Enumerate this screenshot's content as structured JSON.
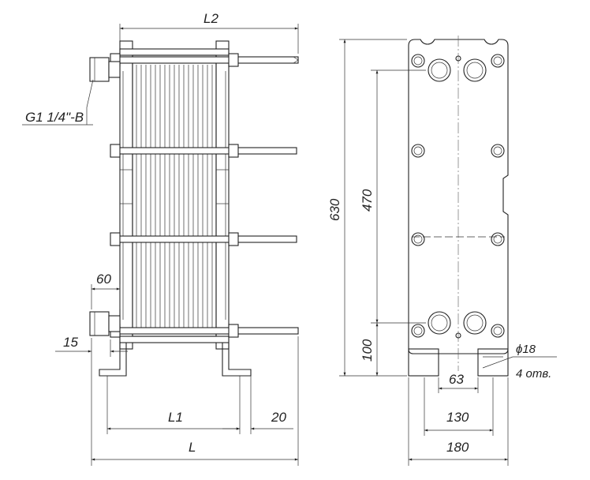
{
  "labels": {
    "l2": "L2",
    "thread": "G1 1/4\"-B",
    "d60": "60",
    "d15": "15",
    "l1": "L1",
    "d20": "20",
    "l": "L",
    "d630": "630",
    "d470": "470",
    "d100": "100",
    "d63": "63",
    "d130": "130",
    "d180": "180",
    "hole_dia": "ϕ18",
    "hole_count": "4 отв."
  }
}
